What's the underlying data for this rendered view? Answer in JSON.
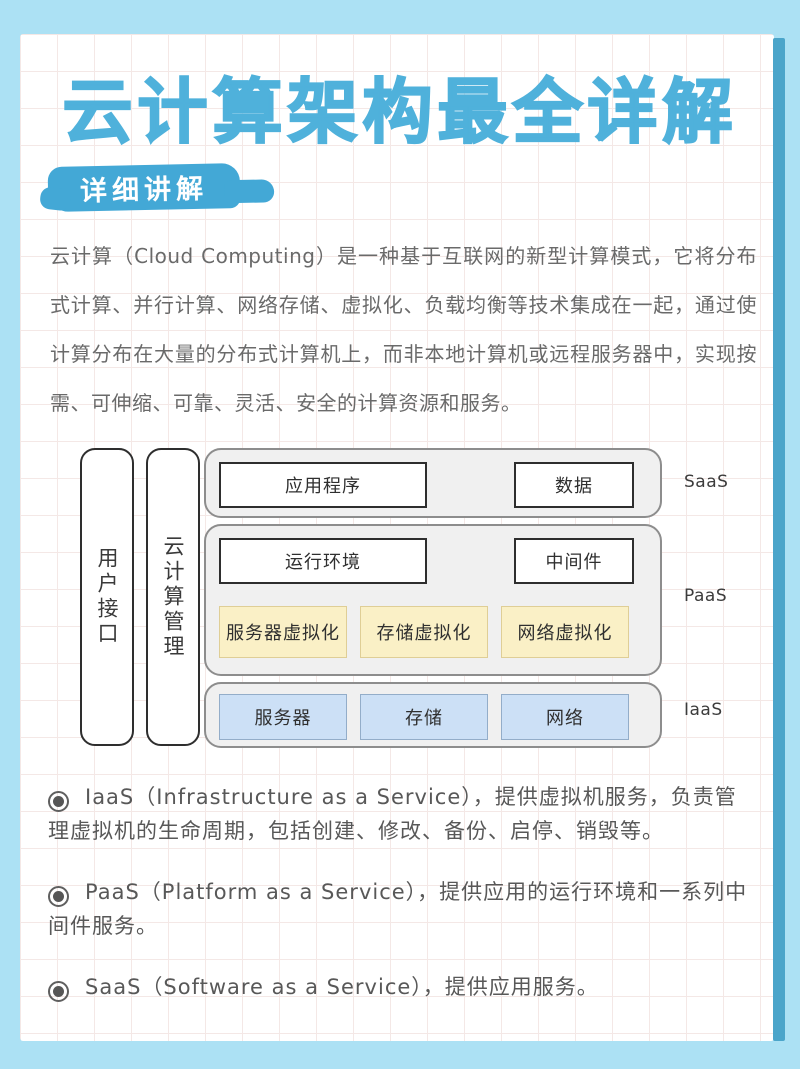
{
  "header": {
    "title": "云计算架构最全详解",
    "badge": "详细讲解"
  },
  "intro": {
    "text": "云计算（Cloud Computing）是一种基于互联网的新型计算模式，它将分布式计算、并行计算、网络存储、虚拟化、负载均衡等技术集成在一起，通过使计算分布在大量的分布式计算机上，而非本地计算机或远程服务器中，实现按需、可伸缩、可靠、灵活、安全的计算资源和服务。"
  },
  "diagram": {
    "columns": [
      {
        "label": "用户接口"
      },
      {
        "label": "云计算管理"
      }
    ],
    "saas": {
      "label": "SaaS",
      "boxes": [
        "应用程序",
        "数据"
      ]
    },
    "paas": {
      "label": "PaaS",
      "boxes": [
        "运行环境",
        "中间件"
      ],
      "virtualization": [
        "服务器虚拟化",
        "存储虚拟化",
        "网络虚拟化"
      ]
    },
    "iaas": {
      "label": "IaaS",
      "resources": [
        "服务器",
        "存储",
        "网络"
      ]
    }
  },
  "bullets": [
    {
      "text": "IaaS（Infrastructure as a Service），提供虚拟机服务，负责管理虚拟机的生命周期，包括创建、修改、备份、启停、销毁等。"
    },
    {
      "text": "PaaS（Platform as a Service），提供应用的运行环境和一系列中间件服务。"
    },
    {
      "text": "SaaS（Software as a Service），提供应用服务。"
    }
  ],
  "colors": {
    "frame_blue": "#ACE1F4",
    "strip_blue": "#4BA5CA",
    "title_blue": "#4FB1DB",
    "badge_blue": "#43A8D6",
    "text_gray": "#6A6A6A",
    "layer_fill": "#F0F0F0",
    "yellow_fill": "#FAF0C6",
    "blue_fill": "#CCE0F6"
  }
}
